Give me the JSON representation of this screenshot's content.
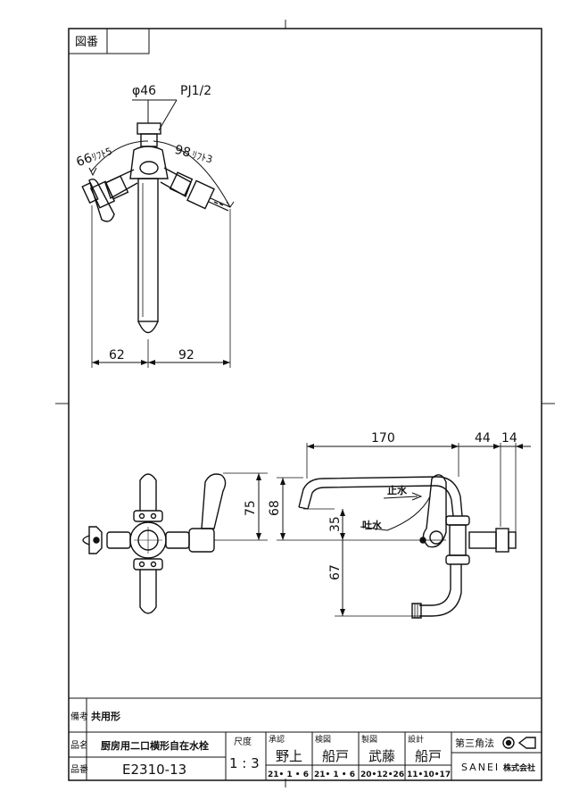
{
  "header": {
    "drawing_no_label": "図番"
  },
  "top_view": {
    "diameter": "φ46",
    "thread": "PJ1/2",
    "left_angle": "66",
    "left_lift": "ﾘﾌﾄ5",
    "right_angle": "98",
    "right_lift": "ﾘﾌﾄ3",
    "left_width": "62",
    "right_width": "92"
  },
  "side_view": {
    "span": "170",
    "right_a": "44",
    "right_b": "14",
    "left_height": "75",
    "height_a": "68",
    "height_b": "35",
    "height_c": "67",
    "stop_label": "止水",
    "flow_label": "吐水"
  },
  "title_block": {
    "remarks_label": "備考",
    "remarks_value": "共用形",
    "name_label": "品名",
    "name_value": "厨房用二口横形自在水栓",
    "number_label": "品番",
    "number_value": "E2310-13",
    "scale_label": "尺度",
    "scale_value": "1 : 3",
    "approve_label": "承認",
    "approve_name": "野上",
    "approve_date": "21• 1 • 6",
    "check_label": "検図",
    "check_name": "船戸",
    "check_date": "21• 1 • 6",
    "draft_label": "製図",
    "draft_name": "武藤",
    "draft_date": "20•12•26",
    "design_label": "設計",
    "design_name": "船戸",
    "design_date": "11•10•17",
    "projection_label": "第三角法",
    "company": "SANEI",
    "company_suffix": "株式会社"
  }
}
